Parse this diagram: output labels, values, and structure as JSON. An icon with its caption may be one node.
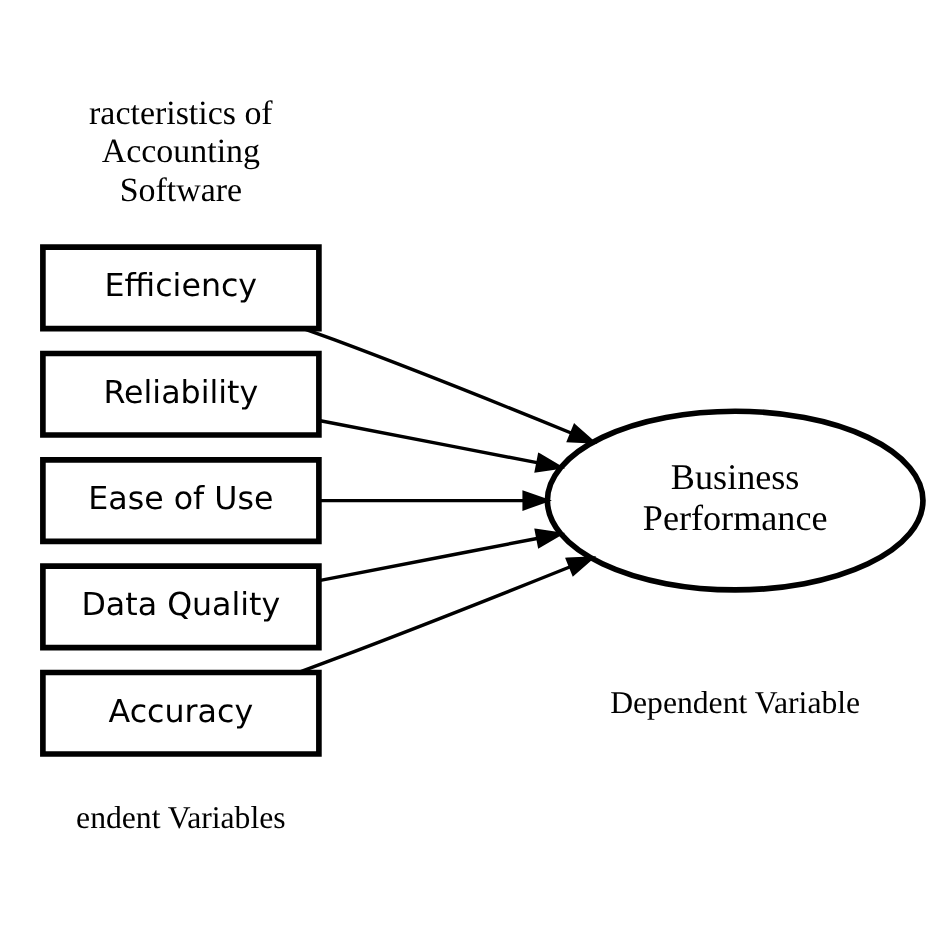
{
  "diagram": {
    "nodes": [
      {
        "text": [
          "Efficiency"
        ]
      },
      {
        "text": [
          "Reliability"
        ]
      },
      {
        "text": [
          "Ease of Use"
        ]
      },
      {
        "text": [
          "Data Quality"
        ]
      },
      {
        "text": [
          "Accuracy"
        ]
      },
      {
        "text": [
          "Business Performance"
        ]
      }
    ],
    "edges": [
      {
        "from": 0,
        "to": 5,
        "arrow": "to"
      },
      {
        "from": 1,
        "to": 5,
        "arrow": "to"
      },
      {
        "from": 2,
        "to": 5,
        "arrow": "to"
      },
      {
        "from": 3,
        "to": 5,
        "arrow": "to"
      },
      {
        "from": 4,
        "to": 5,
        "arrow": "to"
      }
    ],
    "labels": [
      "racteristics of Accounting Software",
      "endent Variables",
      "Dependent Variable"
    ]
  }
}
